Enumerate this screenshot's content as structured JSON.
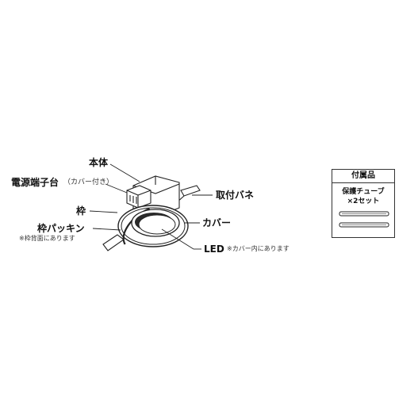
{
  "labels": {
    "body": "本体",
    "terminal": "電源端子台",
    "terminal_note": "（カバー付き）",
    "spring": "取付バネ",
    "frame": "枠",
    "cover": "カバー",
    "packing": "枠パッキン",
    "packing_note": "※枠背面にあります",
    "led": "LED",
    "led_note": "※カバー内にあります"
  },
  "accessories": {
    "title": "付属品",
    "item_line1": "保護チューブ",
    "item_line2": "×2セット"
  }
}
